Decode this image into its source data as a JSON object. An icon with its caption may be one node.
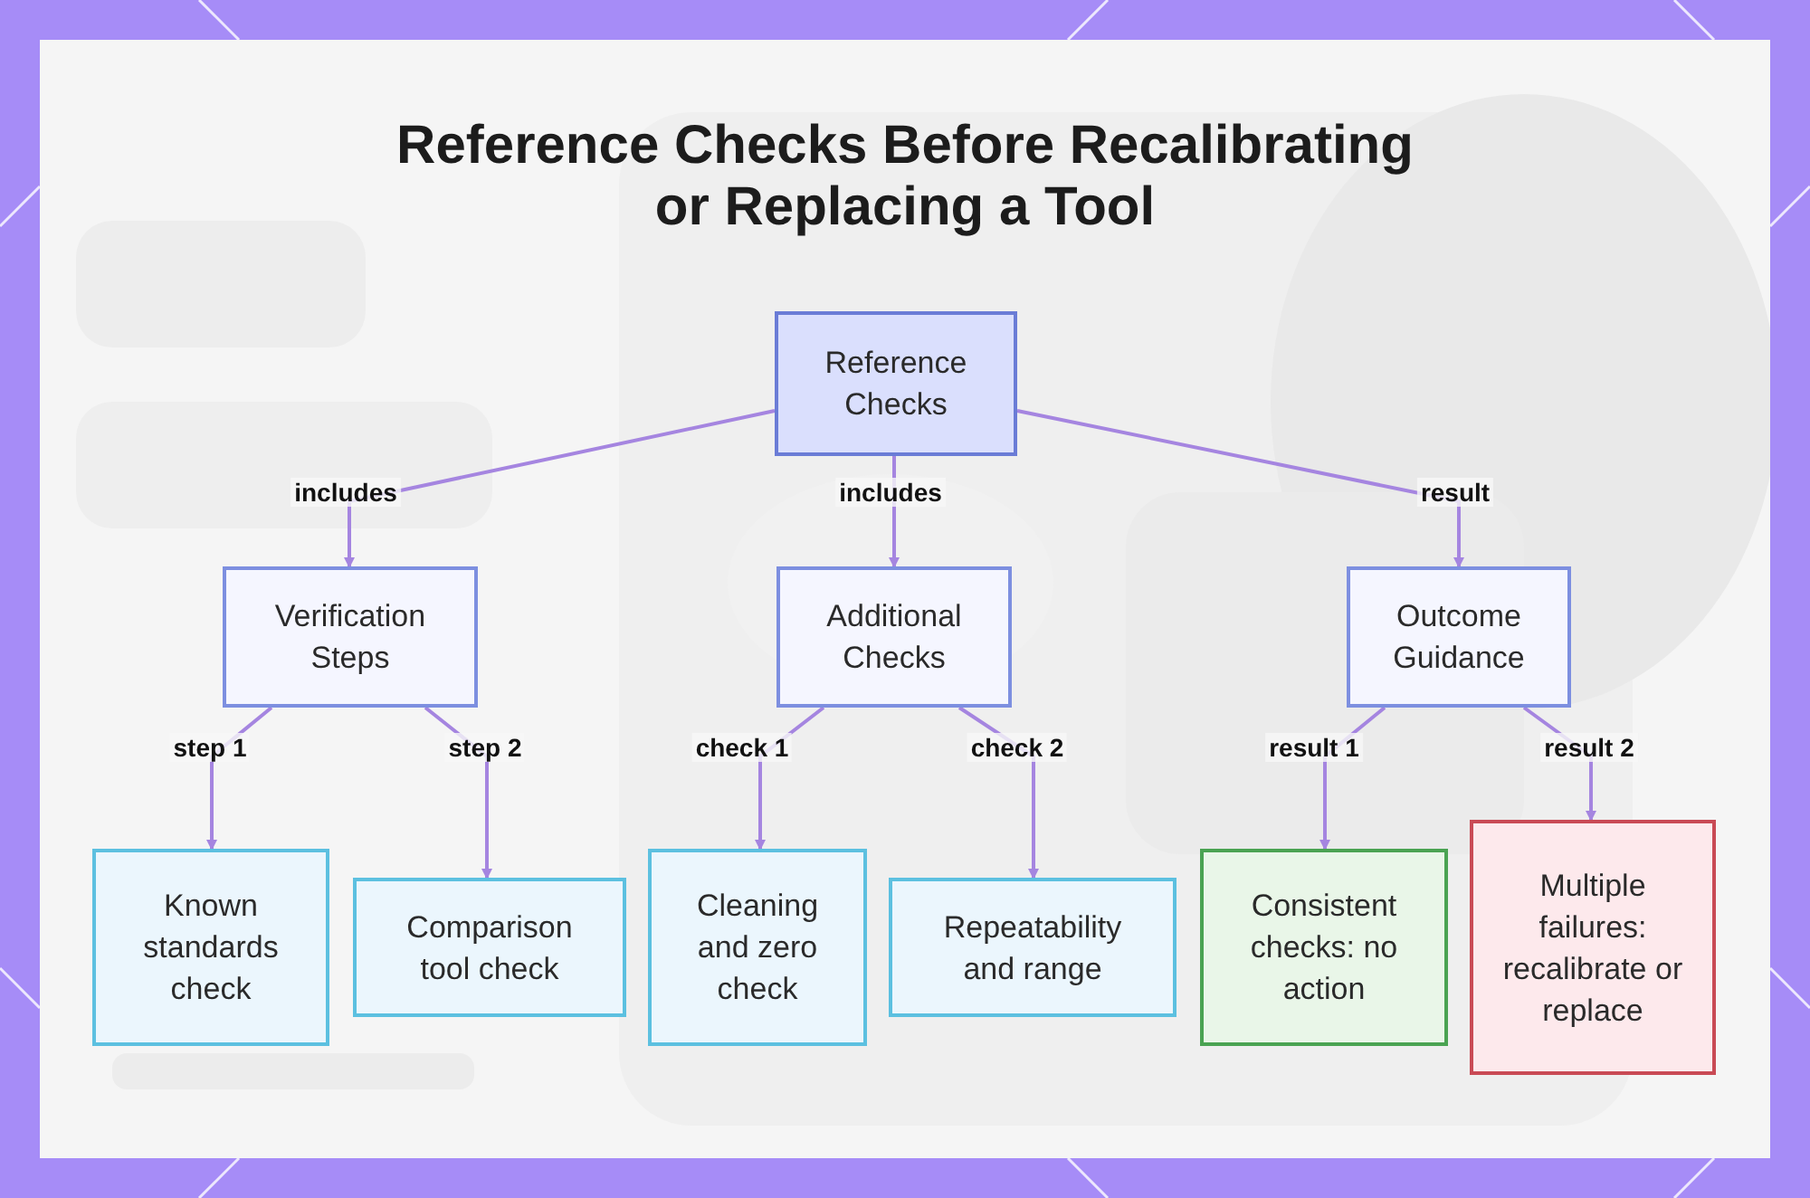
{
  "diagram": {
    "title": "Reference Checks Before Recalibrating or Replacing a Tool",
    "nodes": [
      {
        "text": [
          "Reference Checks"
        ]
      },
      {
        "text": [
          "Verification Steps"
        ]
      },
      {
        "text": [
          "Additional Checks"
        ]
      },
      {
        "text": [
          "Outcome Guidance"
        ]
      },
      {
        "text": [
          "Known standards check"
        ]
      },
      {
        "text": [
          "Comparison tool check"
        ]
      },
      {
        "text": [
          "Cleaning and zero check"
        ]
      },
      {
        "text": [
          "Repeatability and range"
        ]
      },
      {
        "text": [
          "Consistent checks: no action"
        ]
      },
      {
        "text": [
          "Multiple failures: recalibrate or replace"
        ]
      }
    ],
    "edges": [
      {
        "from": 0,
        "to": 1,
        "arrow": "to",
        "label": "includes"
      },
      {
        "from": 0,
        "to": 2,
        "arrow": "to",
        "label": "includes"
      },
      {
        "from": 0,
        "to": 3,
        "arrow": "to",
        "label": "result"
      },
      {
        "from": 1,
        "to": 4,
        "arrow": "to",
        "label": "step 1"
      },
      {
        "from": 1,
        "to": 5,
        "arrow": "to",
        "label": "step 2"
      },
      {
        "from": 2,
        "to": 6,
        "arrow": "to",
        "label": "check 1"
      },
      {
        "from": 2,
        "to": 7,
        "arrow": "to",
        "label": "check 2"
      },
      {
        "from": 3,
        "to": 8,
        "arrow": "to",
        "label": "result 1"
      },
      {
        "from": 3,
        "to": 9,
        "arrow": "to",
        "label": "result 2"
      }
    ]
  }
}
